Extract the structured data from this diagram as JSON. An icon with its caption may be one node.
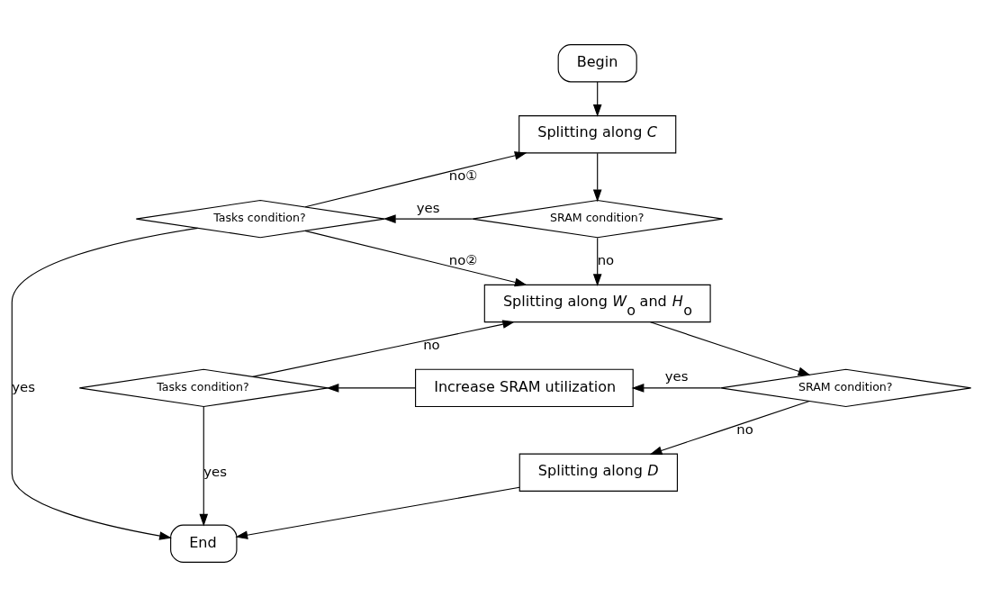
{
  "diagram": {
    "nodes": [
      {
        "text": [
          "Begin"
        ]
      },
      {
        "text": [
          "Splitting along *C*"
        ]
      },
      {
        "text": [
          "SRAM condition?"
        ]
      },
      {
        "text": [
          "Tasks condition?"
        ]
      },
      {
        "text": [
          "Splitting along *W*$_{o}$ and *H*$_{o}$"
        ]
      },
      {
        "text": [
          "SRAM condition?"
        ]
      },
      {
        "text": [
          "Increase SRAM utilization"
        ]
      },
      {
        "text": [
          "Tasks condition?"
        ]
      },
      {
        "text": [
          "Splitting along *D*"
        ]
      },
      {
        "text": [
          "End"
        ]
      }
    ],
    "edges": [
      {
        "from": 0,
        "to": 1,
        "arrow": "to"
      },
      {
        "from": 1,
        "to": 2,
        "arrow": "to"
      },
      {
        "from": 2,
        "to": 3,
        "arrow": "to",
        "label": "yes"
      },
      {
        "from": 3,
        "to": 1,
        "arrow": "to",
        "label": "no①"
      },
      {
        "from": 3,
        "to": 4,
        "arrow": "to",
        "label": "no②"
      },
      {
        "from": 2,
        "to": 4,
        "arrow": "to",
        "label": "no"
      },
      {
        "from": 3,
        "to": 9,
        "arrow": "to",
        "label": "yes"
      },
      {
        "from": 4,
        "to": 5,
        "arrow": "to"
      },
      {
        "from": 5,
        "to": 6,
        "arrow": "to",
        "label": "yes"
      },
      {
        "from": 6,
        "to": 7,
        "arrow": "to"
      },
      {
        "from": 7,
        "to": 4,
        "arrow": "to",
        "label": "no"
      },
      {
        "from": 7,
        "to": 9,
        "arrow": "to",
        "label": "yes"
      },
      {
        "from": 5,
        "to": 8,
        "arrow": "to",
        "label": "no"
      },
      {
        "from": 8,
        "to": 9,
        "arrow": "to"
      }
    ]
  }
}
